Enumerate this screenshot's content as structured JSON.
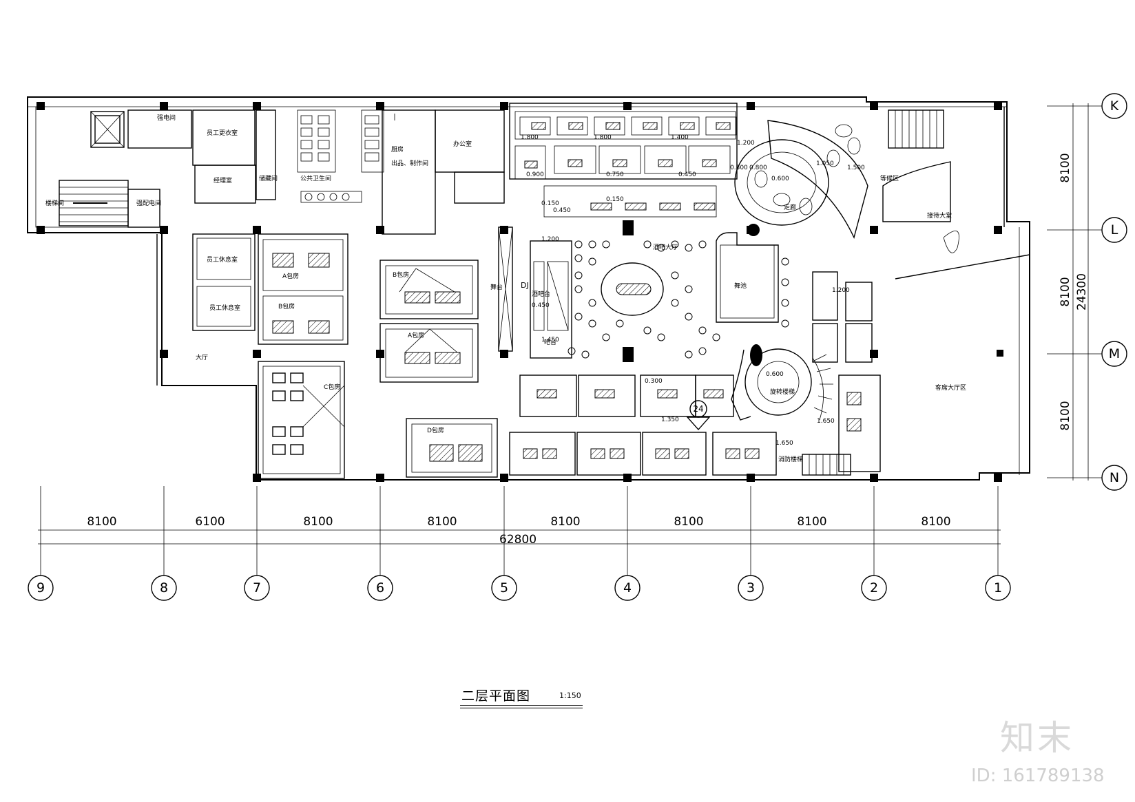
{
  "drawing": {
    "title": "二层平面图",
    "scale": "1:150"
  },
  "grid": {
    "columns": [
      "9",
      "8",
      "7",
      "6",
      "5",
      "4",
      "3",
      "2",
      "1"
    ],
    "rows": [
      "K",
      "L",
      "M",
      "N"
    ],
    "bottom_spans": [
      "8100",
      "6100",
      "8100",
      "8100",
      "8100",
      "8100",
      "8100",
      "8100"
    ],
    "bottom_total": "62800",
    "right_spans": [
      "8100",
      "8100",
      "8100"
    ],
    "right_total": "24300"
  },
  "rooms": {
    "stair_left": "楼梯间",
    "elec_left": "强配电间",
    "elec_top": "强电间",
    "staff_room": "员工更衣室",
    "office": "经理室",
    "storage": "储藏间",
    "wash": "公共卫生间",
    "kitchen": "厨房",
    "bar_back": "出品、制作间",
    "meeting": "办公室",
    "lounge1": "员工休息室",
    "lounge2": "员工休息室",
    "a_room": "A包房",
    "b_room": "B包房",
    "b_room2": "B包房",
    "a_room2": "A包房",
    "c_room": "C包房",
    "d_room": "D包房",
    "hall": "大厅",
    "main_stage": "舞台",
    "dj": "DJ",
    "bar": "酒吧台",
    "bar_label2": "吧台",
    "vip_hall": "酒吧大厅",
    "dance": "舞池",
    "corridor": "走廊",
    "feature_stair": "旋转楼梯",
    "lobby": "接待大堂",
    "waiting": "等候区",
    "leisure": "客席大厅区",
    "fire_stair": "消防楼梯"
  },
  "levels": [
    "1.800",
    "1.800",
    "1.400",
    "1.200",
    "0.900",
    "0.750",
    "0.450",
    "0.150",
    "0.300",
    "1.050",
    "1.500",
    "0.600",
    "0.450",
    "0.450",
    "1.200",
    "1.450",
    "0.300",
    "1.350",
    "0.600",
    "1.650",
    "1.650",
    "1.200",
    "0.800",
    "0.150"
  ],
  "section_mark": "24",
  "watermark": {
    "logo": "知末",
    "id": "ID: 161789138"
  }
}
